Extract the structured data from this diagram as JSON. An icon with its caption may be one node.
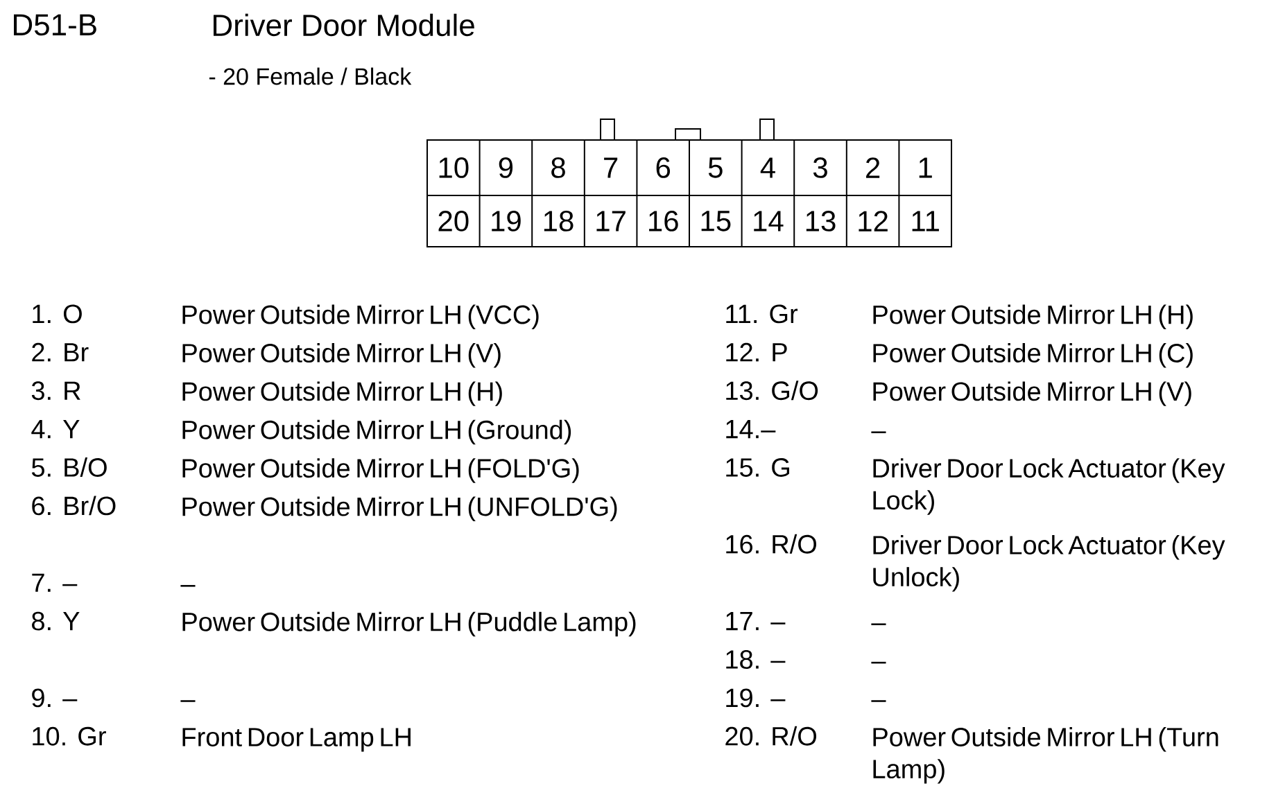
{
  "diagram": {
    "title": "Driver Door Module",
    "labels": [
      "D51-B",
      "- 20 Female / Black",
      "10",
      "9",
      "8",
      "7",
      "6",
      "5",
      "4",
      "3",
      "2",
      "1",
      "20",
      "19",
      "18",
      "17",
      "16",
      "15",
      "14",
      "13",
      "12",
      "11",
      "1. O",
      "Power Outside Mirror LH (VCC)",
      "2. Br",
      "Power Outside Mirror LH (V)",
      "3. R",
      "Power Outside Mirror LH (H)",
      "4. Y",
      "Power Outside Mirror LH (Ground)",
      "5. B/O",
      "Power Outside Mirror LH (FOLD'G)",
      "6. Br/O",
      "Power Outside Mirror LH (UNFOLD'G)",
      "7. –",
      "–",
      "8. Y",
      "Power Outside Mirror LH (Puddle Lamp)",
      "9. –",
      "–",
      "10. Gr",
      "Front Door Lamp LH",
      "11. Gr",
      "Power Outside Mirror LH (H)",
      "12. P",
      "Power Outside Mirror LH (C)",
      "13. G/O",
      "Power Outside Mirror LH (V)",
      "14.–",
      "–",
      "15. G",
      "Driver Door Lock Actuator (Key Lock)",
      "16. R/O",
      "Driver Door Lock Actuator (Key Unlock)",
      "17. –",
      "–",
      "18. –",
      "–",
      "19. –",
      "–",
      "20. R/O",
      "Power Outside Mirror LH (Turn Lamp)"
    ]
  }
}
